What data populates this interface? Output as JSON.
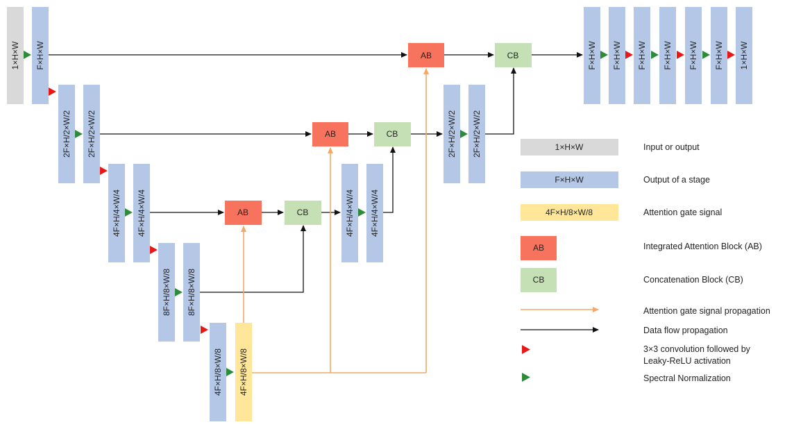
{
  "colors": {
    "gray": "#d9d9d9",
    "blue": "#b4c7e7",
    "yellow": "#ffe699",
    "ab": "#f8735e",
    "cb": "#c5e0b4",
    "orange": "#f4a868",
    "black": "#111111",
    "red_triangle": "#e81818",
    "green_triangle": "#2e8b3a"
  },
  "blocks": {
    "in": "1×H×W",
    "e1": "F×H×W",
    "e2a": "2F×H/2×W/2",
    "e2b": "2F×H/2×W/2",
    "e3a": "4F×H/4×W/4",
    "e3b": "4F×H/4×W/4",
    "e4a": "8F×H/8×W/8",
    "e4b": "8F×H/8×W/8",
    "e5": "4F×H/8×W/8",
    "gate": "4F×H/8×W/8",
    "d3a": "4F×H/4×W/4",
    "d3b": "4F×H/4×W/4",
    "d2a": "2F×H/2×W/2",
    "d2b": "2F×H/2×W/2",
    "o1": "F×H×W",
    "o2": "F×H×W",
    "o3": "F×H×W",
    "o4": "F×H×W",
    "o5": "F×H×W",
    "o6": "F×H×W",
    "out": "1×H×W"
  },
  "nodes": {
    "ab_label": "AB",
    "cb_label": "CB"
  },
  "legend": {
    "io_box": "1×H×W",
    "io_text": "Input or output",
    "stage_box": "F×H×W",
    "stage_text": "Output of a stage",
    "gate_box": "4F×H/8×W/8",
    "gate_text": "Attention gate signal",
    "ab_box": "AB",
    "ab_text": "Integrated Attention Block (AB)",
    "cb_box": "CB",
    "cb_text": "Concatenation Block (CB)",
    "orange_text": "Attention gate signal propagation",
    "black_text": "Data flow propagation",
    "red_text_1": "3×3 convolution followed by",
    "red_text_2": "Leaky-ReLU activation",
    "green_text": "Spectral Normalization"
  }
}
